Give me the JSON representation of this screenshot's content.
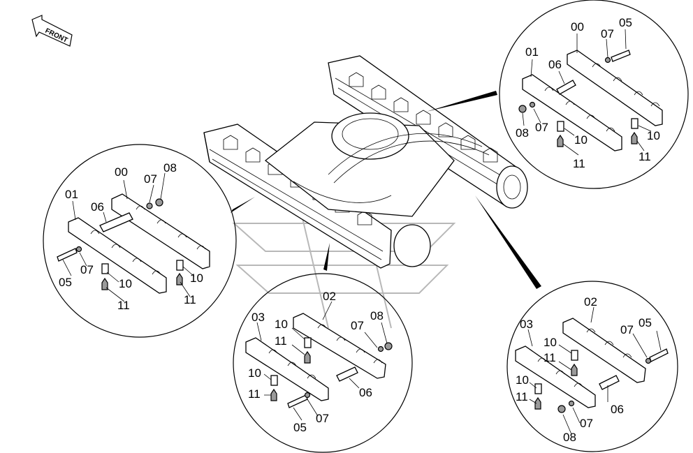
{
  "front_label": "FRONT",
  "views": {
    "left": {
      "labels": {
        "l00": "00",
        "l01": "01",
        "l06": "06",
        "l07a": "07",
        "l08": "08",
        "l05": "05",
        "l07b": "07",
        "l10a": "10",
        "l10b": "10",
        "l11a": "11",
        "l11b": "11"
      }
    },
    "top_right": {
      "labels": {
        "l00": "00",
        "l07a": "07",
        "l05": "05",
        "l01": "01",
        "l06": "06",
        "l08": "08",
        "l07b": "07",
        "l10a": "10",
        "l10b": "10",
        "l11a": "11",
        "l11b": "11"
      }
    },
    "bottom_center": {
      "labels": {
        "l02": "02",
        "l03": "03",
        "l10a": "10",
        "l11a": "11",
        "l07a": "07",
        "l08": "08",
        "l10b": "10",
        "l11b": "11",
        "l06": "06",
        "l05": "05",
        "l07b": "07"
      }
    },
    "bottom_right": {
      "labels": {
        "l02": "02",
        "l03": "03",
        "l07a": "07",
        "l05": "05",
        "l10a": "10",
        "l11a": "11",
        "l10b": "10",
        "l11b": "11",
        "l06": "06",
        "l07b": "07",
        "l08": "08"
      }
    }
  }
}
